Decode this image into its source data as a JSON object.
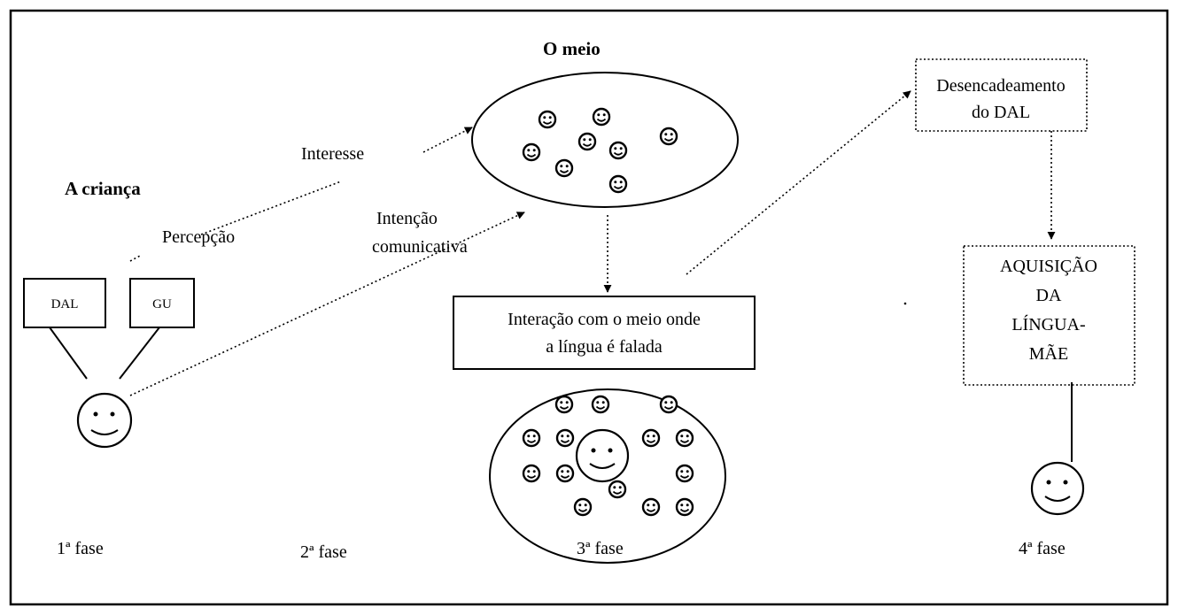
{
  "child_title": "A criança",
  "environment_title": "O meio",
  "arrow_labels": {
    "interest": "Interesse",
    "perception": "Percepção",
    "intention_line1": "Intenção",
    "intention_line2": "comunicativa"
  },
  "boxes": {
    "dal": "DAL",
    "gu": "GU",
    "interaction_line1": "Interação com o meio onde",
    "interaction_line2": "a língua é falada",
    "trigger_line1": "Desencadeamento",
    "trigger_line2": "do DAL",
    "acq_line1": "AQUISIÇÃO",
    "acq_line2": "DA",
    "acq_line3": "LÍNGUA-",
    "acq_line4": "MÃE"
  },
  "phases": [
    "1ª fase",
    "2ª fase",
    "3ª fase",
    "4ª fase"
  ]
}
